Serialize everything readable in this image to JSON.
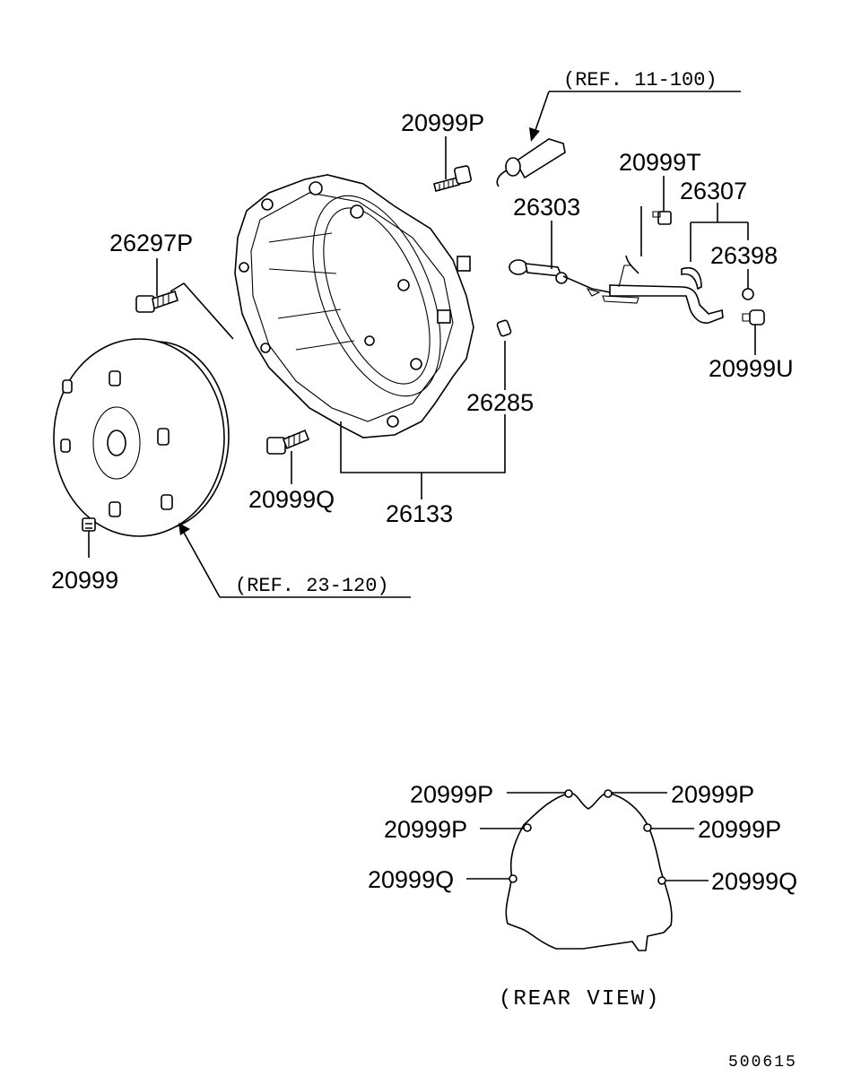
{
  "callouts": {
    "p1": "20999P",
    "t": "20999T",
    "n26307": "26307",
    "n26303": "26303",
    "n26398": "26398",
    "n26297p": "26297P",
    "u": "20999U",
    "n26285": "26285",
    "q1": "20999Q",
    "n26133": "26133",
    "n20999": "20999"
  },
  "references": {
    "top": "(REF. 11-100)",
    "bottom": "(REF. 23-120)"
  },
  "rear_view": {
    "title": "(REAR VIEW)",
    "labels": [
      "20999P",
      "20999P",
      "20999P",
      "20999P",
      "20999Q",
      "20999Q"
    ]
  },
  "diagram_code": "500615"
}
